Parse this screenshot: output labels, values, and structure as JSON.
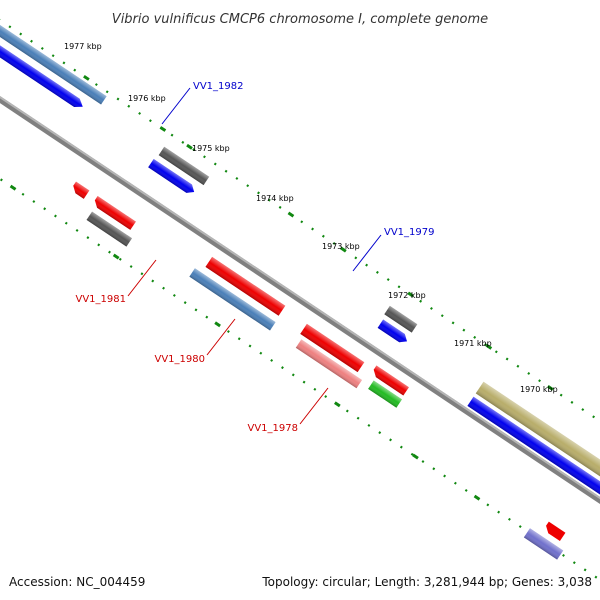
{
  "title": "Vibrio vulnificus CMCP6 chromosome I, complete genome",
  "accession": "Accession: NC_004459",
  "topology": "Topology: circular; Length: 3,281,944 bp; Genes: 3,038",
  "kbp_labels": [
    "1977 kbp",
    "1976 kbp",
    "1975 kbp",
    "1974 kbp",
    "1973 kbp",
    "1972 kbp",
    "1971 kbp",
    "1970 kbp"
  ],
  "gene_labels": [
    {
      "text": "VV1_1982",
      "color": "#0000cc"
    },
    {
      "text": "VV1_1979",
      "color": "#0000cc"
    },
    {
      "text": "VV1_1981",
      "color": "#cc0000"
    },
    {
      "text": "VV1_1980",
      "color": "#cc0000"
    },
    {
      "text": "VV1_1978",
      "color": "#cc0000"
    }
  ],
  "colors": {
    "backbone": "#808080",
    "tick": "#118811",
    "blue": "#0000ee",
    "steelblue": "#4a7fb8",
    "red": "#ee0000",
    "gray": "#555555",
    "pink": "#ee8080",
    "green": "#22bb22",
    "olive": "#b8ad6a",
    "purple": "#7070cc"
  }
}
